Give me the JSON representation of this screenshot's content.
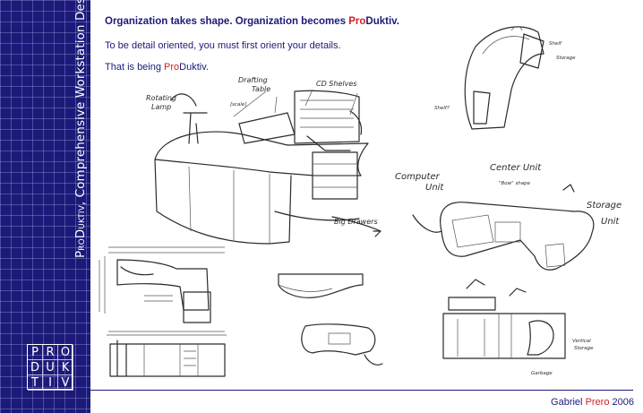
{
  "sidebar": {
    "title_prefix": "ProDuktiv",
    "title_suffix": ", Comprehensive Workstation Design",
    "logo_letters": [
      "P",
      "R",
      "O",
      "D",
      "U",
      "K",
      "T",
      "I",
      "V"
    ]
  },
  "intro": {
    "line1_start": "Organization takes shape. Organization becomes ",
    "line1_brand_a": "Pro",
    "line1_brand_b": "Duktiv",
    "line1_end": ".",
    "line2": "To be detail oriented, you must first orient your details.",
    "line3_start": "That is being ",
    "line3_brand_a": "Pro",
    "line3_brand_b": "Duktiv",
    "line3_end": "."
  },
  "annotations": {
    "rotating_lamp": [
      "Rotating",
      "Lamp"
    ],
    "drafting_table": [
      "Drafting",
      "Table"
    ],
    "scale": "[scale]",
    "cd_shelves": "CD Shelves",
    "big_drawers": "Big Drawers",
    "computer_unit": [
      "Computer",
      "Unit"
    ],
    "center_unit": "Center Unit",
    "bow_shape": "\"Bow\" shape",
    "storage_unit": [
      "Storage",
      "Unit"
    ],
    "shelf_storage": [
      "Shelf",
      "Storage"
    ],
    "shelf": "Shelf?",
    "garbage": "Garbage",
    "vertical_storage": [
      "Vertical",
      "Storage"
    ]
  },
  "footer": {
    "author_first": "Gabriel ",
    "author_last": "Prero",
    "year": " 2006"
  },
  "colors": {
    "brand_navy": "#1c1a78",
    "accent_red": "#d0222a"
  }
}
